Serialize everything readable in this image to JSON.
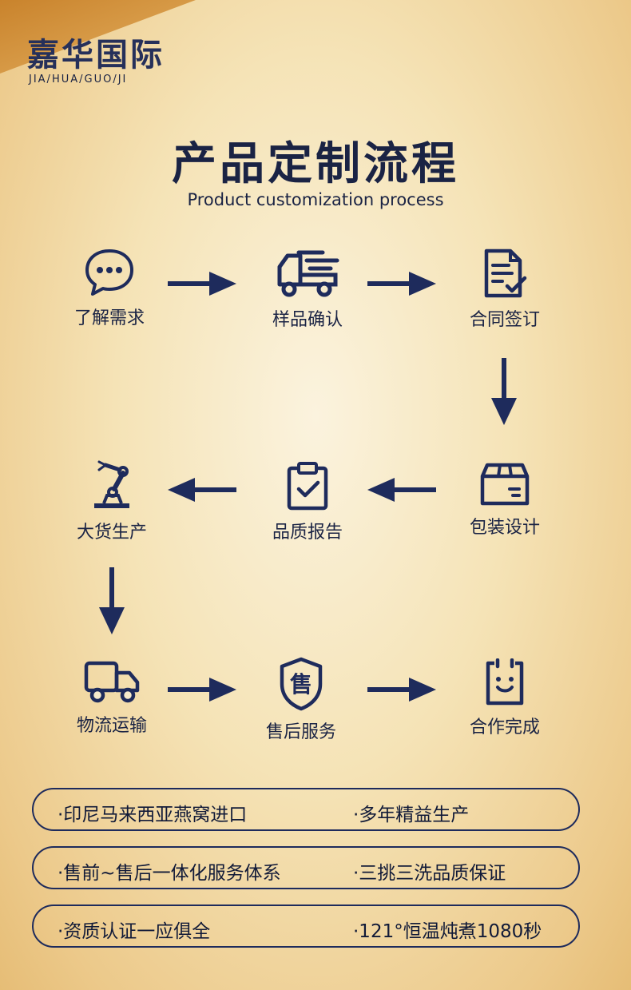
{
  "brand": {
    "name": "嘉华国际",
    "sub": "JIA/HUA/GUO/JI"
  },
  "title": "产品定制流程",
  "subtitle": "Product customization process",
  "steps": [
    {
      "label": "了解需求",
      "icon": "chat-bubble-icon"
    },
    {
      "label": "样品确认",
      "icon": "delivery-truck-icon"
    },
    {
      "label": "合同签订",
      "icon": "contract-document-icon"
    },
    {
      "label": "包装设计",
      "icon": "package-box-icon"
    },
    {
      "label": "品质报告",
      "icon": "clipboard-check-icon"
    },
    {
      "label": "大货生产",
      "icon": "robot-arm-icon"
    },
    {
      "label": "物流运输",
      "icon": "truck-icon"
    },
    {
      "label": "售后服务",
      "icon": "shield-icon"
    },
    {
      "label": "合作完成",
      "icon": "smiley-clipboard-icon"
    }
  ],
  "shield_char": "售",
  "features": [
    {
      "left": "·印尼马来西亚燕窝进口",
      "right": "·多年精益生产"
    },
    {
      "left": "·售前~售后一体化服务体系",
      "right": "·三挑三洗品质保证"
    },
    {
      "left": "·资质认证一应俱全",
      "right": "·121°恒温炖煮1080秒"
    }
  ],
  "colors": {
    "navy": "#1e2b5c",
    "corner": "#d89a3c"
  }
}
